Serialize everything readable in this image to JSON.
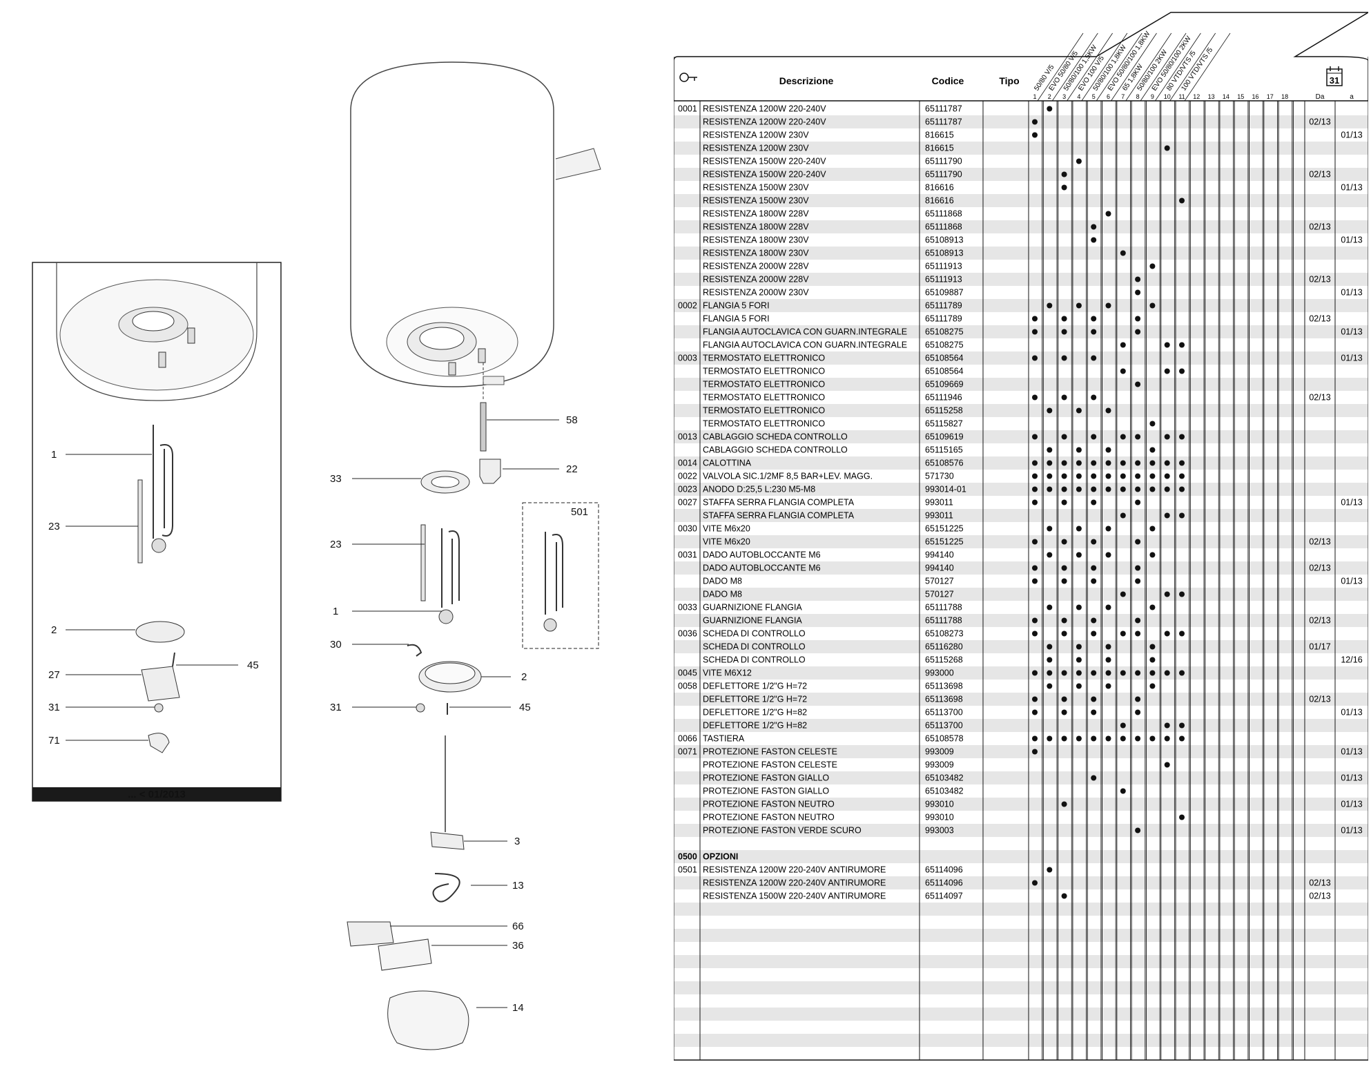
{
  "diagram": {
    "inset_caption": "... < 01/2013",
    "inset_callouts": [
      "1",
      "23",
      "2",
      "27",
      "31",
      "71",
      "45"
    ],
    "main_callouts": [
      "58",
      "33",
      "22",
      "23",
      "1",
      "501",
      "30",
      "2",
      "31",
      "45",
      "3",
      "13",
      "66",
      "36",
      "14"
    ]
  },
  "table": {
    "headers": {
      "descrizione": "Descrizione",
      "codice": "Codice",
      "tipo": "Tipo",
      "da": "Da",
      "a": "a",
      "calendar": "31"
    },
    "models": [
      "50/80 V/5",
      "EVO 50/80 V/5",
      "50/80/100 1,5KW",
      "EVO 100 V/5",
      "50/80/100 1,8KW",
      "EVO 50/80/100 1,8KW",
      "65 1,8KW",
      "50/80/100 2KW",
      "EVO 50/80/100 2KW",
      "80 VTD/VTS /5",
      "100 VTD/VTS /5"
    ],
    "column_numbers": [
      "1",
      "2",
      "3",
      "4",
      "5",
      "6",
      "7",
      "8",
      "9",
      "10",
      "11",
      "12",
      "13",
      "14",
      "15",
      "16",
      "17",
      "18"
    ],
    "rows": [
      {
        "pos": "0001",
        "desc": "RESISTENZA 1200W 220-240V",
        "code": "65111787",
        "dots": [
          2
        ],
        "da": "",
        "a": ""
      },
      {
        "pos": "",
        "desc": "RESISTENZA 1200W 220-240V",
        "code": "65111787",
        "dots": [
          1
        ],
        "da": "02/13",
        "a": ""
      },
      {
        "pos": "",
        "desc": "RESISTENZA 1200W 230V",
        "code": "816615",
        "dots": [
          1
        ],
        "da": "",
        "a": "01/13"
      },
      {
        "pos": "",
        "desc": "RESISTENZA 1200W 230V",
        "code": "816615",
        "dots": [
          10
        ],
        "da": "",
        "a": ""
      },
      {
        "pos": "",
        "desc": "RESISTENZA 1500W 220-240V",
        "code": "65111790",
        "dots": [
          4
        ],
        "da": "",
        "a": ""
      },
      {
        "pos": "",
        "desc": "RESISTENZA 1500W 220-240V",
        "code": "65111790",
        "dots": [
          3
        ],
        "da": "02/13",
        "a": ""
      },
      {
        "pos": "",
        "desc": "RESISTENZA 1500W 230V",
        "code": "816616",
        "dots": [
          3
        ],
        "da": "",
        "a": "01/13"
      },
      {
        "pos": "",
        "desc": "RESISTENZA 1500W 230V",
        "code": "816616",
        "dots": [
          11
        ],
        "da": "",
        "a": ""
      },
      {
        "pos": "",
        "desc": "RESISTENZA 1800W 228V",
        "code": "65111868",
        "dots": [
          6
        ],
        "da": "",
        "a": ""
      },
      {
        "pos": "",
        "desc": "RESISTENZA 1800W 228V",
        "code": "65111868",
        "dots": [
          5
        ],
        "da": "02/13",
        "a": ""
      },
      {
        "pos": "",
        "desc": "RESISTENZA 1800W 230V",
        "code": "65108913",
        "dots": [
          5
        ],
        "da": "",
        "a": "01/13"
      },
      {
        "pos": "",
        "desc": "RESISTENZA 1800W 230V",
        "code": "65108913",
        "dots": [
          7
        ],
        "da": "",
        "a": ""
      },
      {
        "pos": "",
        "desc": "RESISTENZA 2000W 228V",
        "code": "65111913",
        "dots": [
          9
        ],
        "da": "",
        "a": ""
      },
      {
        "pos": "",
        "desc": "RESISTENZA 2000W 228V",
        "code": "65111913",
        "dots": [
          8
        ],
        "da": "02/13",
        "a": ""
      },
      {
        "pos": "",
        "desc": "RESISTENZA 2000W 230V",
        "code": "65109887",
        "dots": [
          8
        ],
        "da": "",
        "a": "01/13"
      },
      {
        "pos": "0002",
        "desc": "FLANGIA 5 FORI",
        "code": "65111789",
        "dots": [
          2,
          4,
          6,
          9
        ],
        "da": "",
        "a": ""
      },
      {
        "pos": "",
        "desc": "FLANGIA 5 FORI",
        "code": "65111789",
        "dots": [
          1,
          3,
          5,
          8
        ],
        "da": "02/13",
        "a": ""
      },
      {
        "pos": "",
        "desc": "FLANGIA AUTOCLAVICA CON GUARN.INTEGRALE",
        "code": "65108275",
        "dots": [
          1,
          3,
          5,
          8
        ],
        "da": "",
        "a": "01/13"
      },
      {
        "pos": "",
        "desc": "FLANGIA AUTOCLAVICA CON GUARN.INTEGRALE",
        "code": "65108275",
        "dots": [
          7,
          10,
          11
        ],
        "da": "",
        "a": ""
      },
      {
        "pos": "0003",
        "desc": "TERMOSTATO ELETTRONICO",
        "code": "65108564",
        "dots": [
          1,
          3,
          5
        ],
        "da": "",
        "a": "01/13"
      },
      {
        "pos": "",
        "desc": "TERMOSTATO ELETTRONICO",
        "code": "65108564",
        "dots": [
          7,
          10,
          11
        ],
        "da": "",
        "a": ""
      },
      {
        "pos": "",
        "desc": "TERMOSTATO ELETTRONICO",
        "code": "65109669",
        "dots": [
          8
        ],
        "da": "",
        "a": ""
      },
      {
        "pos": "",
        "desc": "TERMOSTATO ELETTRONICO",
        "code": "65111946",
        "dots": [
          1,
          3,
          5
        ],
        "da": "02/13",
        "a": ""
      },
      {
        "pos": "",
        "desc": "TERMOSTATO ELETTRONICO",
        "code": "65115258",
        "dots": [
          2,
          4,
          6
        ],
        "da": "",
        "a": ""
      },
      {
        "pos": "",
        "desc": "TERMOSTATO ELETTRONICO",
        "code": "65115827",
        "dots": [
          9
        ],
        "da": "",
        "a": ""
      },
      {
        "pos": "0013",
        "desc": "CABLAGGIO SCHEDA CONTROLLO",
        "code": "65109619",
        "dots": [
          1,
          3,
          5,
          7,
          8,
          10,
          11
        ],
        "da": "",
        "a": ""
      },
      {
        "pos": "",
        "desc": "CABLAGGIO SCHEDA CONTROLLO",
        "code": "65115165",
        "dots": [
          2,
          4,
          6,
          9
        ],
        "da": "",
        "a": ""
      },
      {
        "pos": "0014",
        "desc": "CALOTTINA",
        "code": "65108576",
        "dots": [
          1,
          2,
          3,
          4,
          5,
          6,
          7,
          8,
          9,
          10,
          11
        ],
        "da": "",
        "a": ""
      },
      {
        "pos": "0022",
        "desc": "VALVOLA SIC.1/2MF 8,5 BAR+LEV. MAGG.",
        "code": "571730",
        "dots": [
          1,
          2,
          3,
          4,
          5,
          6,
          7,
          8,
          9,
          10,
          11
        ],
        "da": "",
        "a": ""
      },
      {
        "pos": "0023",
        "desc": "ANODO D:25,5 L:230 M5-M8",
        "code": "993014-01",
        "dots": [
          1,
          2,
          3,
          4,
          5,
          6,
          7,
          8,
          9,
          10,
          11
        ],
        "da": "",
        "a": ""
      },
      {
        "pos": "0027",
        "desc": "STAFFA SERRA FLANGIA COMPLETA",
        "code": "993011",
        "dots": [
          1,
          3,
          5,
          8
        ],
        "da": "",
        "a": "01/13"
      },
      {
        "pos": "",
        "desc": "STAFFA SERRA FLANGIA COMPLETA",
        "code": "993011",
        "dots": [
          7,
          10,
          11
        ],
        "da": "",
        "a": ""
      },
      {
        "pos": "0030",
        "desc": "VITE M6x20",
        "code": "65151225",
        "dots": [
          2,
          4,
          6,
          9
        ],
        "da": "",
        "a": ""
      },
      {
        "pos": "",
        "desc": "VITE M6x20",
        "code": "65151225",
        "dots": [
          1,
          3,
          5,
          8
        ],
        "da": "02/13",
        "a": ""
      },
      {
        "pos": "0031",
        "desc": "DADO AUTOBLOCCANTE M6",
        "code": "994140",
        "dots": [
          2,
          4,
          6,
          9
        ],
        "da": "",
        "a": ""
      },
      {
        "pos": "",
        "desc": "DADO AUTOBLOCCANTE M6",
        "code": "994140",
        "dots": [
          1,
          3,
          5,
          8
        ],
        "da": "02/13",
        "a": ""
      },
      {
        "pos": "",
        "desc": "DADO M8",
        "code": "570127",
        "dots": [
          1,
          3,
          5,
          8
        ],
        "da": "",
        "a": "01/13"
      },
      {
        "pos": "",
        "desc": "DADO M8",
        "code": "570127",
        "dots": [
          7,
          10,
          11
        ],
        "da": "",
        "a": ""
      },
      {
        "pos": "0033",
        "desc": "GUARNIZIONE FLANGIA",
        "code": "65111788",
        "dots": [
          2,
          4,
          6,
          9
        ],
        "da": "",
        "a": ""
      },
      {
        "pos": "",
        "desc": "GUARNIZIONE FLANGIA",
        "code": "65111788",
        "dots": [
          1,
          3,
          5,
          8
        ],
        "da": "02/13",
        "a": ""
      },
      {
        "pos": "0036",
        "desc": "SCHEDA DI CONTROLLO",
        "code": "65108273",
        "dots": [
          1,
          3,
          5,
          7,
          8,
          10,
          11
        ],
        "da": "",
        "a": ""
      },
      {
        "pos": "",
        "desc": "SCHEDA DI CONTROLLO",
        "code": "65116280",
        "dots": [
          2,
          4,
          6,
          9
        ],
        "da": "01/17",
        "a": ""
      },
      {
        "pos": "",
        "desc": "SCHEDA DI CONTROLLO",
        "code": "65115268",
        "dots": [
          2,
          4,
          6,
          9
        ],
        "da": "",
        "a": "12/16"
      },
      {
        "pos": "0045",
        "desc": "VITE M6X12",
        "code": "993000",
        "dots": [
          1,
          2,
          3,
          4,
          5,
          6,
          7,
          8,
          9,
          10,
          11
        ],
        "da": "",
        "a": ""
      },
      {
        "pos": "0058",
        "desc": "DEFLETTORE 1/2\"G H=72",
        "code": "65113698",
        "dots": [
          2,
          4,
          6,
          9
        ],
        "da": "",
        "a": ""
      },
      {
        "pos": "",
        "desc": "DEFLETTORE 1/2\"G H=72",
        "code": "65113698",
        "dots": [
          1,
          3,
          5,
          8
        ],
        "da": "02/13",
        "a": ""
      },
      {
        "pos": "",
        "desc": "DEFLETTORE 1/2\"G H=82",
        "code": "65113700",
        "dots": [
          1,
          3,
          5,
          8
        ],
        "da": "",
        "a": "01/13"
      },
      {
        "pos": "",
        "desc": "DEFLETTORE 1/2\"G H=82",
        "code": "65113700",
        "dots": [
          7,
          10,
          11
        ],
        "da": "",
        "a": ""
      },
      {
        "pos": "0066",
        "desc": "TASTIERA",
        "code": "65108578",
        "dots": [
          1,
          2,
          3,
          4,
          5,
          6,
          7,
          8,
          9,
          10,
          11
        ],
        "da": "",
        "a": ""
      },
      {
        "pos": "0071",
        "desc": "PROTEZIONE FASTON CELESTE",
        "code": "993009",
        "dots": [
          1
        ],
        "da": "",
        "a": "01/13"
      },
      {
        "pos": "",
        "desc": "PROTEZIONE FASTON CELESTE",
        "code": "993009",
        "dots": [
          10
        ],
        "da": "",
        "a": ""
      },
      {
        "pos": "",
        "desc": "PROTEZIONE FASTON GIALLO",
        "code": "65103482",
        "dots": [
          5
        ],
        "da": "",
        "a": "01/13"
      },
      {
        "pos": "",
        "desc": "PROTEZIONE FASTON GIALLO",
        "code": "65103482",
        "dots": [
          7
        ],
        "da": "",
        "a": ""
      },
      {
        "pos": "",
        "desc": "PROTEZIONE FASTON NEUTRO",
        "code": "993010",
        "dots": [
          3
        ],
        "da": "",
        "a": "01/13"
      },
      {
        "pos": "",
        "desc": "PROTEZIONE FASTON NEUTRO",
        "code": "993010",
        "dots": [
          11
        ],
        "da": "",
        "a": ""
      },
      {
        "pos": "",
        "desc": "PROTEZIONE FASTON VERDE SCURO",
        "code": "993003",
        "dots": [
          8
        ],
        "da": "",
        "a": "01/13"
      },
      {
        "pos": "",
        "desc": "",
        "code": "",
        "dots": [],
        "da": "",
        "a": ""
      },
      {
        "pos": "0500",
        "desc": "OPZIONI",
        "code": "",
        "dots": [],
        "da": "",
        "a": "",
        "bold": true
      },
      {
        "pos": "0501",
        "desc": "RESISTENZA 1200W 220-240V ANTIRUMORE",
        "code": "65114096",
        "dots": [
          2
        ],
        "da": "",
        "a": ""
      },
      {
        "pos": "",
        "desc": "RESISTENZA 1200W 220-240V ANTIRUMORE",
        "code": "65114096",
        "dots": [
          1
        ],
        "da": "02/13",
        "a": ""
      },
      {
        "pos": "",
        "desc": "RESISTENZA 1500W 220-240V ANTIRUMORE",
        "code": "65114097",
        "dots": [
          3
        ],
        "da": "02/13",
        "a": ""
      }
    ],
    "blank_rows": 12
  }
}
